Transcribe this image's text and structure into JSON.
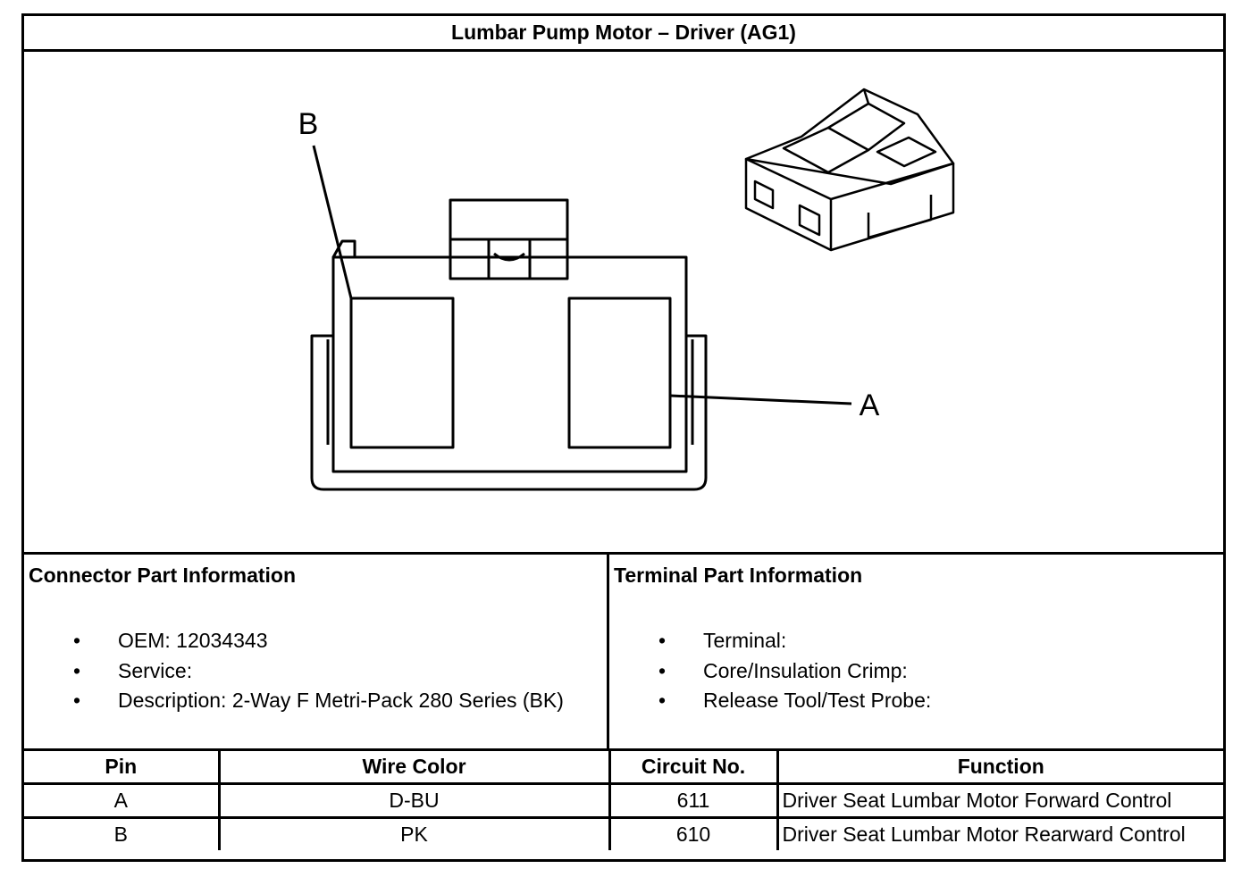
{
  "title": "Lumbar Pump Motor – Driver (AG1)",
  "diagram": {
    "label_b": "B",
    "label_a": "A",
    "face_view": "connector-face-view",
    "iso_view": "connector-isometric-view"
  },
  "connector_info": {
    "heading": "Connector Part Information",
    "items": [
      "OEM: 12034343",
      "Service:",
      "Description: 2-Way F Metri-Pack 280 Series (BK)"
    ]
  },
  "terminal_info": {
    "heading": "Terminal Part Information",
    "items": [
      "Terminal:",
      "Core/Insulation Crimp:",
      "Release Tool/Test Probe:"
    ]
  },
  "bullet": "•",
  "table": {
    "headers": [
      "Pin",
      "Wire Color",
      "Circuit No.",
      "Function"
    ],
    "rows": [
      [
        "A",
        "D-BU",
        "611",
        "Driver Seat Lumbar Motor Forward Control"
      ],
      [
        "B",
        "PK",
        "610",
        "Driver Seat Lumbar Motor Rearward Control"
      ]
    ]
  }
}
